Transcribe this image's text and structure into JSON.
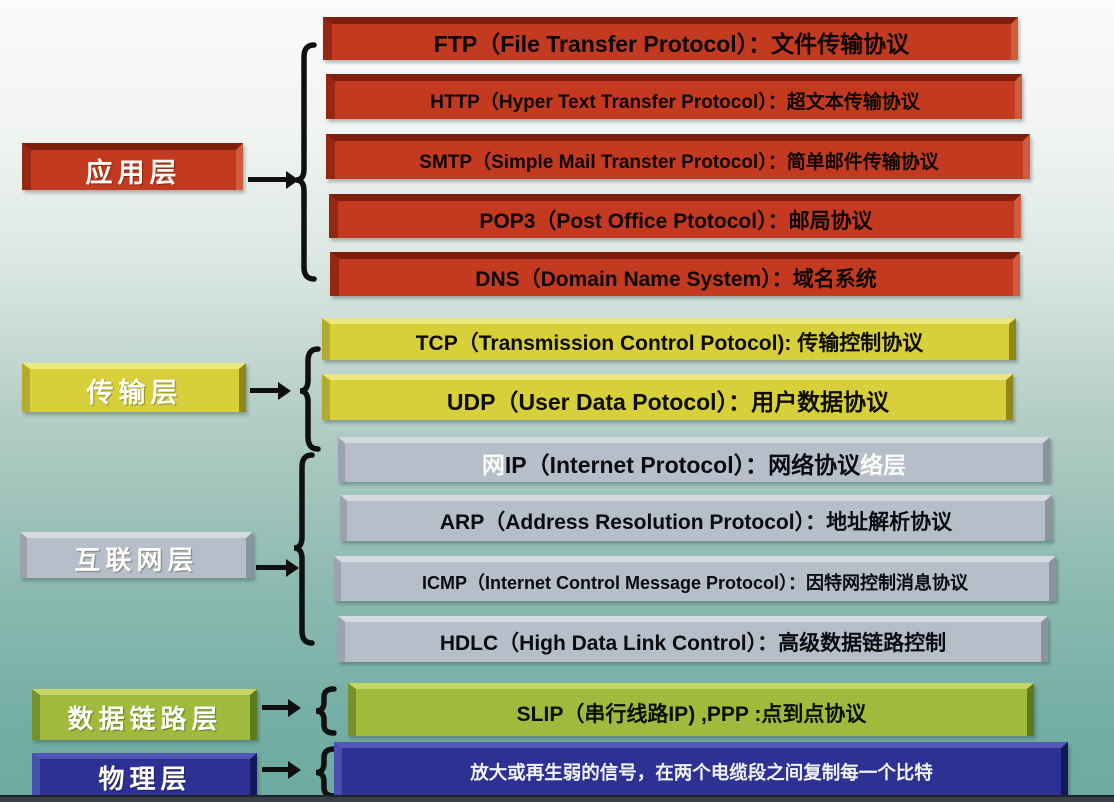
{
  "palette": {
    "application_red": "#c33a20",
    "transport_yellow": "#d7d03b",
    "internet_gray": "#b6bec9",
    "datalink_green": "#9fba3c",
    "physical_navy": "#2c3193",
    "background_top": "#fafbfa",
    "background_bottom": "#6caaa0",
    "connector_black": "#101010"
  },
  "layers": [
    {
      "label": "应用层"
    },
    {
      "label": "传输层"
    },
    {
      "label": "互联网层"
    },
    {
      "label": "数据链路层"
    },
    {
      "label": "物理层"
    }
  ],
  "protocols": [
    {
      "prefix": "",
      "text": "FTP（File Transfer Protocol）：文件传输协议",
      "suffix": ""
    },
    {
      "prefix": "",
      "text": "HTTP（Hyper Text Transfer Protocol）：超文本传输协议",
      "suffix": ""
    },
    {
      "prefix": "",
      "text": "SMTP（Simple Mail Transter Protocol）：简单邮件传输协议",
      "suffix": ""
    },
    {
      "prefix": "",
      "text": "POP3（Post Office Ptotocol）：邮局协议",
      "suffix": ""
    },
    {
      "prefix": "",
      "text": "DNS（Domain Name System）：域名系统",
      "suffix": ""
    },
    {
      "prefix": "",
      "text": "TCP（Transmission Control Potocol): 传输控制协议",
      "suffix": ""
    },
    {
      "prefix": "",
      "text": "UDP（User Data Potocol）：用户数据协议",
      "suffix": ""
    },
    {
      "prefix": "网",
      "text": "IP（Internet Protocol）：网络协议",
      "suffix": "络层"
    },
    {
      "prefix": "",
      "text": "ARP（Address Resolution Protocol）：地址解析协议",
      "suffix": ""
    },
    {
      "prefix": "",
      "text": "ICMP（Internet Control Message Protocol）：因特网控制消息协议",
      "suffix": ""
    },
    {
      "prefix": "",
      "text": "HDLC（High Data Link Control）：高级数据链路控制",
      "suffix": ""
    },
    {
      "prefix": "",
      "text": "SLIP（串行线路IP) ,PPP :点到点协议",
      "suffix": ""
    },
    {
      "prefix": "",
      "text": "放大或再生弱的信号，在两个电缆段之间复制每一个比特",
      "suffix": ""
    }
  ]
}
